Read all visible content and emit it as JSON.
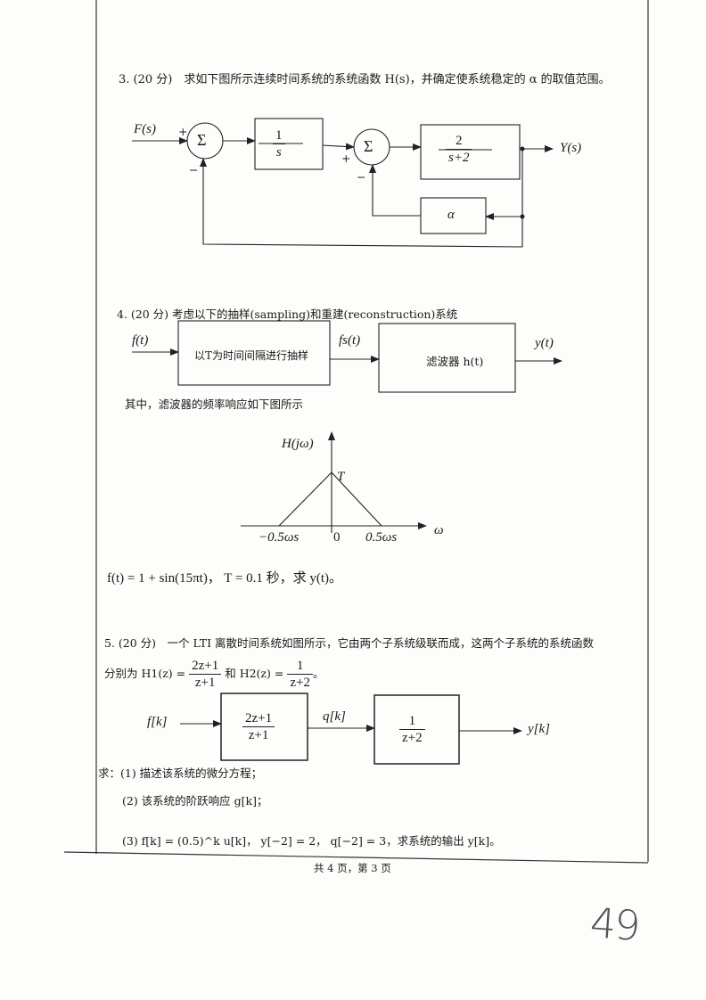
{
  "q3": {
    "title": "3. (20 分)　求如下图所示连续时间系统的系统函数 H(s)，并确定使系统稳定的 α 的取值范围。",
    "input": "F(s)",
    "output": "Y(s)",
    "sum_symbol": "Σ",
    "block1": {
      "num": "1",
      "den": "s"
    },
    "block2": {
      "num": "2",
      "den": "s+2"
    },
    "block3": "α",
    "plus": "+",
    "minus": "−"
  },
  "q4": {
    "title": "4. (20 分) 考虑以下的抽样(sampling)和重建(reconstruction)系统",
    "input": "f(t)",
    "sampler": "以T为时间间隔进行抽样",
    "mid": "fs(t)",
    "filter": "滤波器  h(t)",
    "output": "y(t)",
    "note": "其中，滤波器的频率响应如下图所示",
    "plot": {
      "ylabel": "H(jω)",
      "xlabel": "ω",
      "peak": "T",
      "ticks": [
        "−0.5ωs",
        "0",
        "0.5ωs"
      ]
    },
    "condition": "f(t) = 1 + sin(15πt)，  T = 0.1 秒，求 y(t)。"
  },
  "q5": {
    "title": "5. (20 分)　一个 LTI 离散时间系统如图所示，它由两个子系统级联而成，这两个子系统的系统函数",
    "line2_prefix": "分别为 H1(z) =",
    "h1": {
      "num": "2z+1",
      "den": "z+1"
    },
    "and": "和 H2(z) =",
    "h2": {
      "num": "1",
      "den": "z+2"
    },
    "end": "。",
    "input": "f[k]",
    "mid": "q[k]",
    "output": "y[k]",
    "items": [
      "求：(1) 描述该系统的微分方程；",
      "(2) 该系统的阶跃响应 g[k]；",
      "(3)  f[k] = (0.5)^k u[k]，  y[−2] = 2，  q[−2] = 3，求系统的输出 y[k]。"
    ]
  },
  "footer": "共 4 页，第 3 页",
  "handwritten": "49"
}
